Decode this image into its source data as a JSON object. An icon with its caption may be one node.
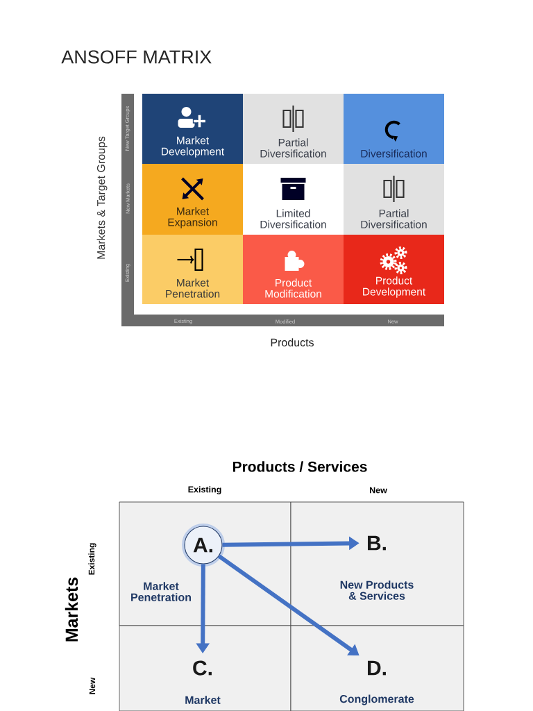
{
  "diagram": {
    "title": "ANSOFF MATRIX",
    "nodes": [
      {
        "text": [
          "Market Development"
        ]
      },
      {
        "text": [
          "Partial Diversification"
        ]
      },
      {
        "text": [
          "Diversification"
        ]
      },
      {
        "text": [
          "Market Expansion"
        ]
      },
      {
        "text": [
          "Limited Diversification"
        ]
      },
      {
        "text": [
          "Partial Diversification"
        ]
      },
      {
        "text": [
          "Market Penetration"
        ]
      },
      {
        "text": [
          "Product Modification"
        ]
      },
      {
        "text": [
          "Product Development"
        ]
      },
      {
        "text": [
          "Market Penetration"
        ]
      },
      {
        "text": [
          "A."
        ],
        "in": 9
      },
      {
        "text": [
          "New Products & Services"
        ]
      },
      {
        "text": [
          "B."
        ],
        "in": 11
      },
      {
        "text": [
          "Market"
        ]
      },
      {
        "text": [
          "C."
        ],
        "in": 13
      },
      {
        "text": [
          "Conglomerate"
        ]
      },
      {
        "text": [
          "D."
        ],
        "in": 15
      }
    ],
    "edges": [
      {
        "from": 10,
        "to": 12,
        "arrow": "to"
      },
      {
        "from": 10,
        "to": 14,
        "arrow": "to"
      },
      {
        "from": 10,
        "to": 16,
        "arrow": "to"
      }
    ],
    "labels": [
      "Markets & Target Groups",
      "New Target Groups",
      "New Markets",
      "Existing",
      "Existing",
      "Modified",
      "New",
      "Products",
      "Products / Services",
      "Existing",
      "New",
      "Markets",
      "Existing",
      "New"
    ]
  }
}
